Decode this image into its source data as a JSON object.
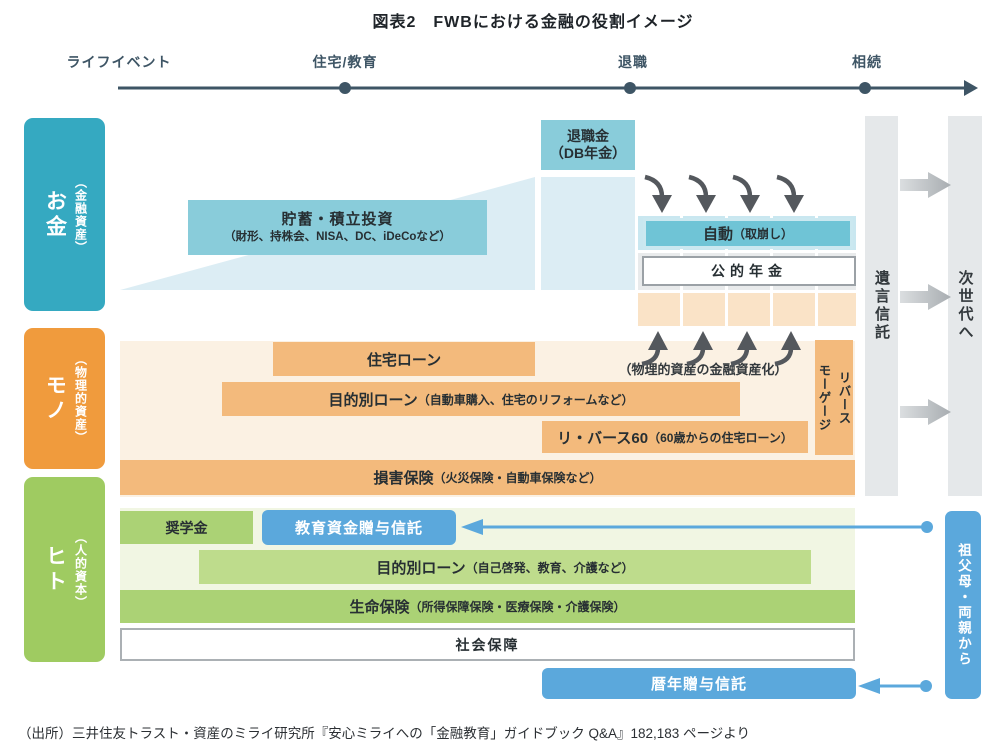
{
  "header": {
    "title": "図表2　FWBにおける金融の役割イメージ"
  },
  "timeline": {
    "labels": [
      "ライフイベント",
      "住宅/教育",
      "退職",
      "相続"
    ]
  },
  "rows": {
    "money": {
      "label": "お金",
      "label_sub": "（金融資産）",
      "savings": {
        "main": "貯蓄・積立投資",
        "sub": "（財形、持株会、NISA、DC、iDeCoなど）"
      },
      "severance": {
        "line1": "退職金",
        "line2": "（DB年金）"
      },
      "auto": {
        "main": "自動",
        "sub": "（取崩し）"
      },
      "pension": "公的年金"
    },
    "goods": {
      "label": "モノ",
      "label_sub": "（物理的資産）",
      "housing_loan": "住宅ローン",
      "purpose_loan": {
        "main": "目的別ローン",
        "sub": "（自動車購入、住宅のリフォームなど）"
      },
      "reverse60": {
        "main": "リ・バース60",
        "sub": "（60歳からの住宅ローン）"
      },
      "reverse_mortgage": {
        "col_left": "モーゲージ",
        "col_right": "リバース"
      },
      "securitization_note": "（物理的資産の金融資産化）",
      "damage_insurance": {
        "main": "損害保険",
        "sub": "（火災保険・自動車保険など）"
      }
    },
    "people": {
      "label": "ヒト",
      "label_sub": "（人的資本）",
      "scholarship": "奨学金",
      "education_gift_trust": "教育資金贈与信託",
      "purpose_loan": {
        "main": "目的別ローン",
        "sub": "（自己啓発、教育、介護など）"
      },
      "life_insurance": {
        "main": "生命保険",
        "sub": "（所得保障保険・医療保険・介護保険）"
      },
      "social_security": "社会保障",
      "annual_gift_trust": "暦年贈与信託"
    }
  },
  "right_side": {
    "will_trust": "遺言信託",
    "next_generation": "次世代へ",
    "grandparents": "祖父母・両親から"
  },
  "source": "（出所）三井住友トラスト・資産のミライ研究所『安心ミライへの「金融教育」ガイドブック Q&A』182,183 ページより",
  "colors": {
    "teal_label": "#35A9C1",
    "teal_box": "#89CCDA",
    "teal_box_strong": "#6FC4D6",
    "light_blue": "#DCEDF4",
    "cell_blue": "#C9E7F0",
    "cell_gray": "#E9EBEC",
    "cell_peach": "#FAE3C7",
    "orange_label": "#F09B3D",
    "orange_box": "#F3BA7C",
    "peach_bg": "#FBF1E3",
    "green_label": "#9FCB61",
    "green_box": "#ABD275",
    "green_box_light": "#BEDC8C",
    "green_bg": "#F1F6E3",
    "blue_accent": "#5BA8DC",
    "gray_column": "#E5E8EA",
    "timeline": "#3E5565",
    "arrow_dark": "#54585D",
    "arrow_gray": "#B3B8BC"
  }
}
